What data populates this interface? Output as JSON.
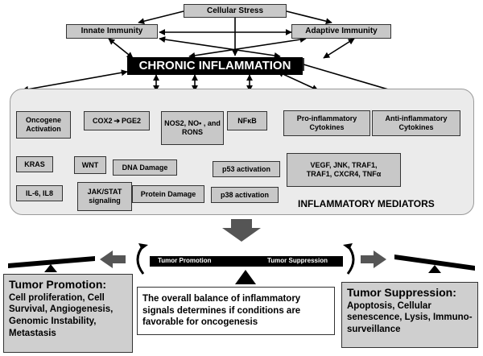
{
  "stress": "Cellular Stress",
  "innate": "Innate Immunity",
  "adaptive": "Adaptive Immunity",
  "chronic": "CHRONIC INFLAMMATION",
  "oncogene": "Oncogene Activation",
  "cox2": "COX2",
  "pge2": "PGE2",
  "nos2": "NOS2, NO• , and RONS",
  "nfkb": "NFκB",
  "proinflam": "Pro-inflammatory Cytokines",
  "antiinflam": "Anti-inflammatory Cytokines",
  "kras": "KRAS",
  "wnt": "WNT",
  "dna": "DNA Damage",
  "p53": "p53 activation",
  "vegf_line1": "VEGF, JNK, TRAF1,",
  "vegf_line2": "TRAF1, CXCR4, TNFα",
  "il6": "IL-6, IL8",
  "jak": "JAK/STAT signaling",
  "protein": "Protein Damage",
  "p38": "p38 activation",
  "mediators": "INFLAMMATORY MEDIATORS",
  "scale_left": "Tumor Promotion",
  "scale_right": "Tumor Suppression",
  "promotion": {
    "title": "Tumor Promotion:",
    "body": "Cell proliferation, Cell Survival, Angiogenesis, Genomic Instability, Metastasis"
  },
  "balance": "The overall balance of inflammatory signals determines if conditions are favorable for oncogenesis",
  "suppression": {
    "title": "Tumor Suppression:",
    "body": "Apoptosis, Cellular senescence, Lysis, Immuno-surveillance"
  }
}
